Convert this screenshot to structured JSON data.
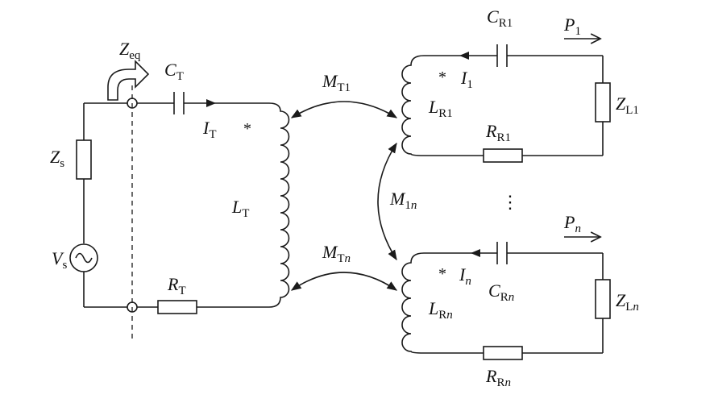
{
  "labels": {
    "zeq": {
      "main": "Z",
      "sub": "eq"
    },
    "ct": {
      "main": "C",
      "sub": "T"
    },
    "it": {
      "main": "I",
      "sub": "T"
    },
    "zs": {
      "main": "Z",
      "sub": "s"
    },
    "vs": {
      "main": "V",
      "sub": "s"
    },
    "lt": {
      "main": "L",
      "sub": "T"
    },
    "rt": {
      "main": "R",
      "sub": "T"
    },
    "mt1": {
      "main": "M",
      "sub": "T1"
    },
    "m1n": {
      "main": "M",
      "sub": "1",
      "sub2": "n"
    },
    "mtn": {
      "main": "M",
      "sub": "T",
      "sub2": "n"
    },
    "cr1": {
      "main": "C",
      "sub": "R1"
    },
    "p1": {
      "main": "P",
      "sub": "1"
    },
    "i1": {
      "main": "I",
      "sub": "1"
    },
    "lr1": {
      "main": "L",
      "sub": "R1"
    },
    "zl1": {
      "main": "Z",
      "sub": "L1"
    },
    "rr1": {
      "main": "R",
      "sub": "R1"
    },
    "pn": {
      "main": "P",
      "sub": "n"
    },
    "in": {
      "main": "I",
      "sub": "n"
    },
    "crn": {
      "main": "C",
      "sub": "R",
      "sub2": "n"
    },
    "lrn": {
      "main": "L",
      "sub": "R",
      "sub2": "n"
    },
    "zln": {
      "main": "Z",
      "sub": "L",
      "sub2": "n"
    },
    "rrn": {
      "main": "R",
      "sub": "R",
      "sub2": "n"
    }
  },
  "symbols": {
    "dot_mark": "*",
    "ellipsis": "⋮"
  }
}
